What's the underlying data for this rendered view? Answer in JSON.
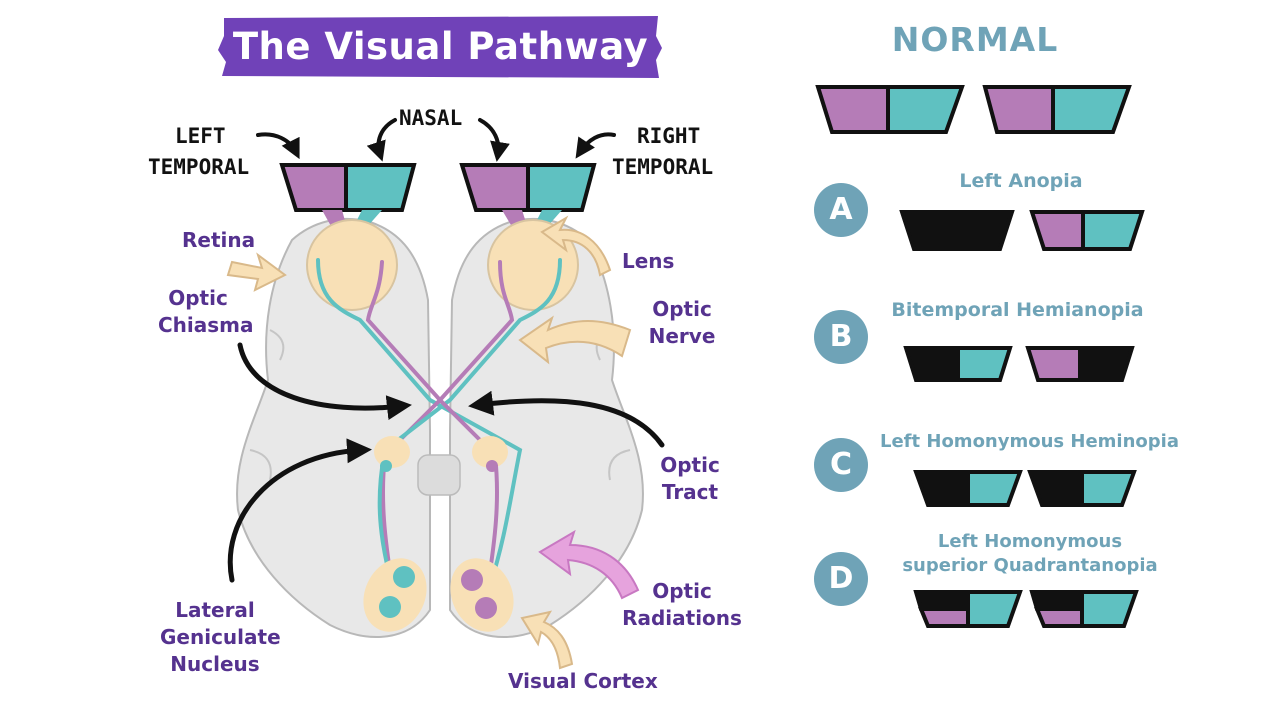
{
  "title": "The Visual Pathway",
  "field_labels": {
    "left_temporal": [
      "LEFT",
      "TEMPORAL"
    ],
    "nasal": "NASAL",
    "right_temporal": [
      "RIGHT",
      "TEMPORAL"
    ]
  },
  "structures": {
    "retina": "Retina",
    "optic_chiasma": [
      "Optic",
      "Chiasma"
    ],
    "lateral_geniculate_nucleus": [
      "Lateral",
      "Geniculate",
      "Nucleus"
    ],
    "lens": "Lens",
    "optic_nerve": [
      "Optic",
      "Nerve"
    ],
    "optic_tract": [
      "Optic",
      "Tract"
    ],
    "optic_radiations": [
      "Optic",
      "Radiations"
    ],
    "visual_cortex": "Visual Cortex"
  },
  "defects": {
    "normal": "NORMAL",
    "items": [
      {
        "letter": "A",
        "label": [
          "Left Anopia"
        ]
      },
      {
        "letter": "B",
        "label": [
          "Bitemporal Hemianopia"
        ]
      },
      {
        "letter": "C",
        "label": [
          "Left Homonymous Heminopia"
        ]
      },
      {
        "letter": "D",
        "label": [
          "Left Homonymous",
          "superior Quadrantanopia"
        ]
      }
    ]
  },
  "colors": {
    "purple": "#b57cb7",
    "teal": "#5fc1c1",
    "black": "#111111",
    "banner": "#7042b8",
    "brain": "#e8e8e8",
    "eye": "#f8e0b6",
    "label_purple": "#55328f",
    "label_blue": "#6fa3b7"
  }
}
